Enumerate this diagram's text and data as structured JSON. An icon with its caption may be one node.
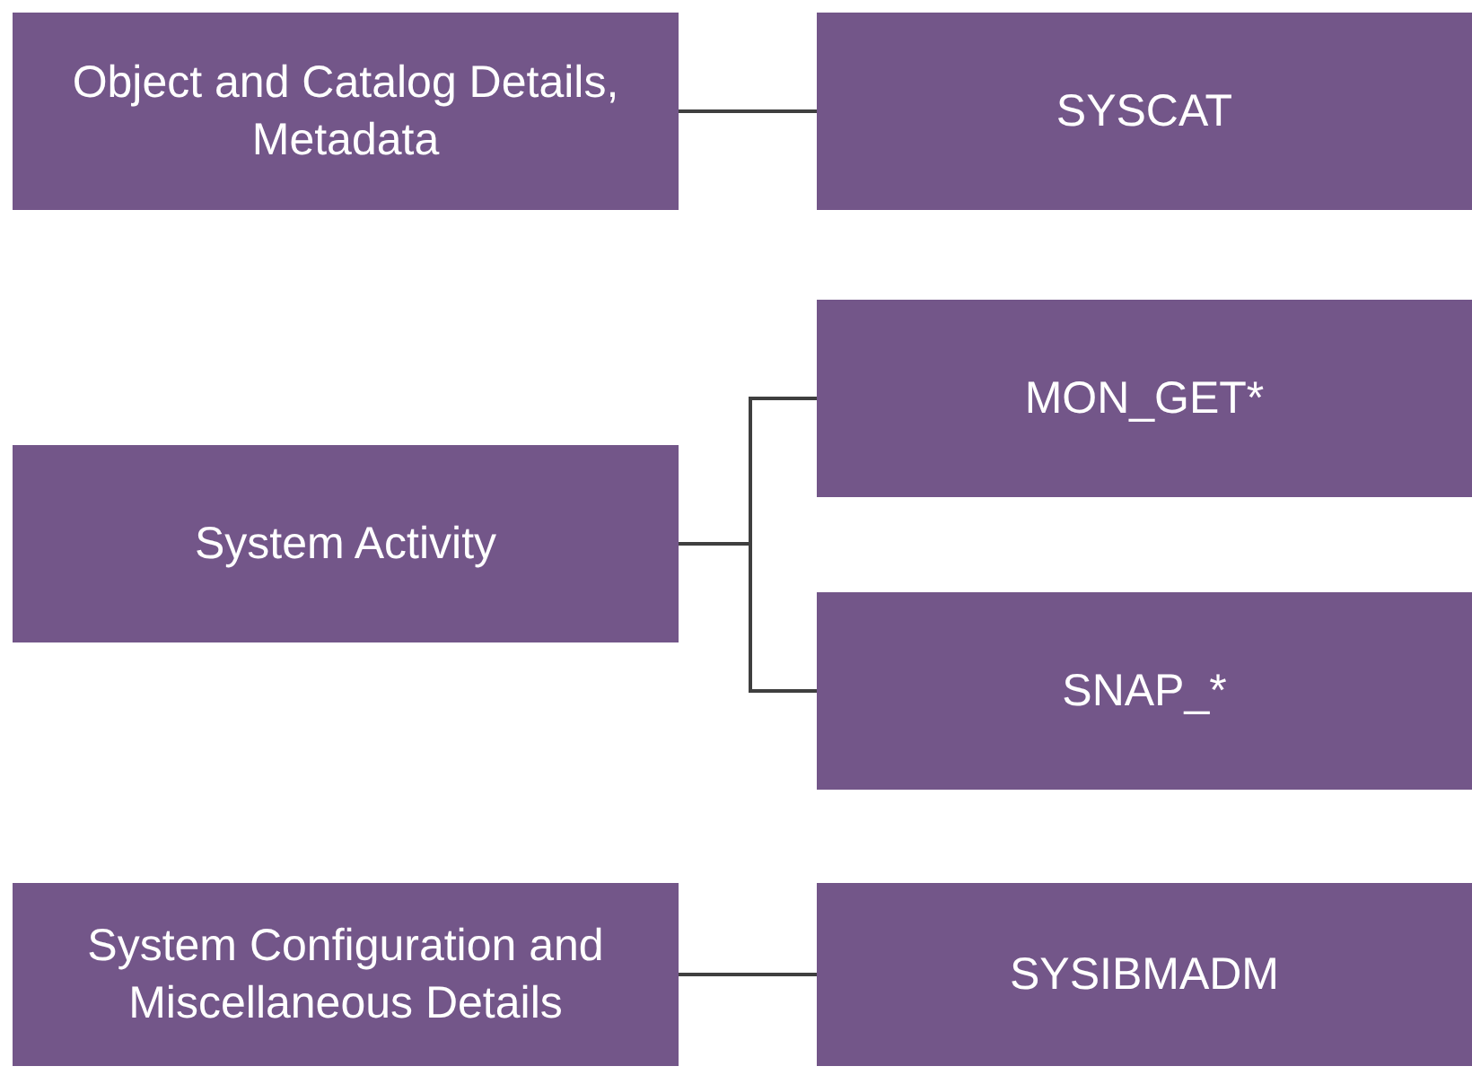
{
  "diagram": {
    "nodes": [
      {
        "text": [
          "Object and Catalog Details, Metadata"
        ]
      },
      {
        "text": [
          "SYSCAT"
        ]
      },
      {
        "text": [
          "System Activity"
        ]
      },
      {
        "text": [
          "MON_GET*"
        ]
      },
      {
        "text": [
          "SNAP_*"
        ]
      },
      {
        "text": [
          "System Configuration and Miscellaneous Details"
        ]
      },
      {
        "text": [
          "SYSIBMADM"
        ]
      }
    ],
    "edges": [
      {
        "from": 0,
        "to": 1,
        "arrow": "none"
      },
      {
        "from": 2,
        "to": 3,
        "arrow": "none"
      },
      {
        "from": 2,
        "to": 4,
        "arrow": "none"
      },
      {
        "from": 5,
        "to": 6,
        "arrow": "none"
      }
    ]
  }
}
